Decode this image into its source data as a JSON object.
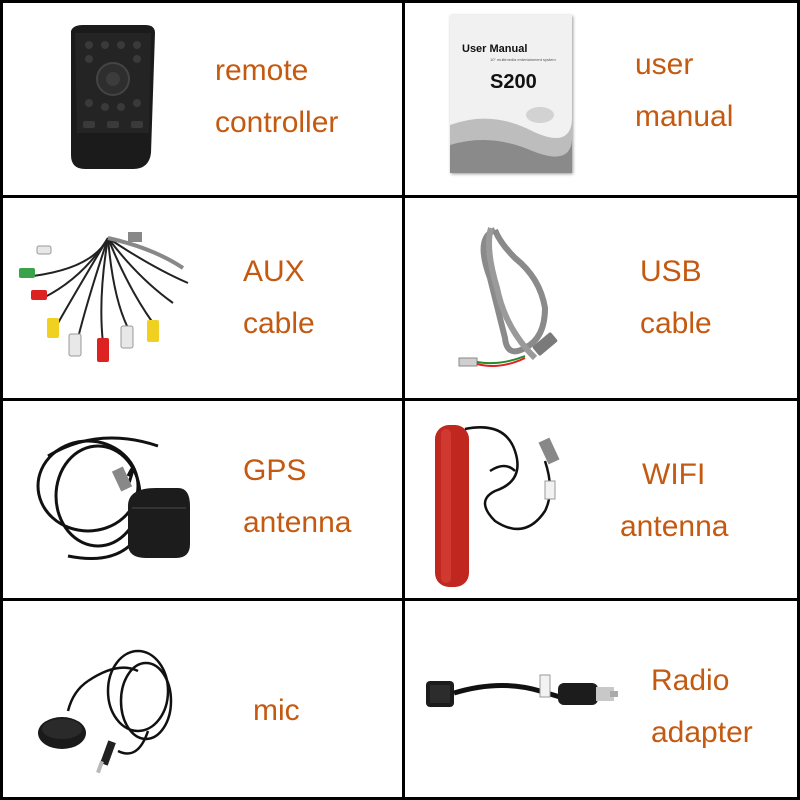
{
  "items": [
    {
      "line1": "remote",
      "line2": "controller"
    },
    {
      "line1": "user",
      "line2": "manual",
      "manual_title": "User Manual",
      "manual_subtitle": "10\" multimedia entertainment system",
      "manual_model": "S200"
    },
    {
      "line1": "AUX",
      "line2": "cable"
    },
    {
      "line1": "USB",
      "line2": "cable"
    },
    {
      "line1": "GPS",
      "line2": "antenna"
    },
    {
      "line1": "WIFI",
      "line2": "antenna"
    },
    {
      "line1": "mic",
      "line2": ""
    },
    {
      "line1": "Radio",
      "line2": "adapter"
    }
  ],
  "colors": {
    "label": "#c45a11",
    "border": "#000000"
  }
}
